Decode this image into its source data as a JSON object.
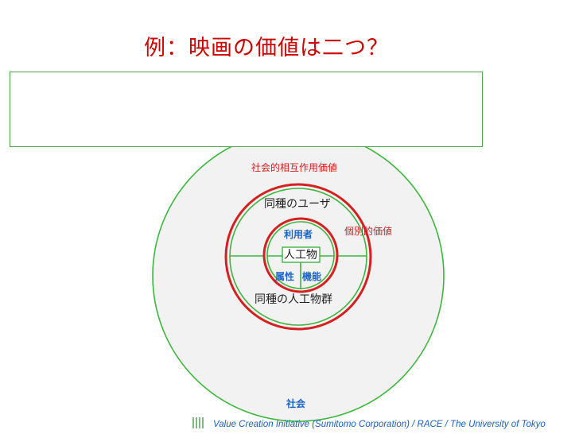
{
  "slide": {
    "title": "例：映画の価値は二つ？",
    "footer": "Value Creation Initiative (Sumitomo Corporation) / RACE / The University of Tokyo"
  },
  "diagram": {
    "society_value_label": "社会的相互作用価値",
    "same_users_label": "同種のユーザ",
    "user_label": "利用者",
    "individual_value_label": "個別的価値",
    "artifact_label": "人工物",
    "attribute_label": "属性",
    "function_label": "機能",
    "same_artifacts_label": "同種の人工物群",
    "society_label": "社会"
  },
  "colors": {
    "title": "#cc0000",
    "green": "#3fb43f",
    "red": "#d42020",
    "blue_text": "#1f66c4",
    "circle_fill": "#f2f2f2"
  }
}
